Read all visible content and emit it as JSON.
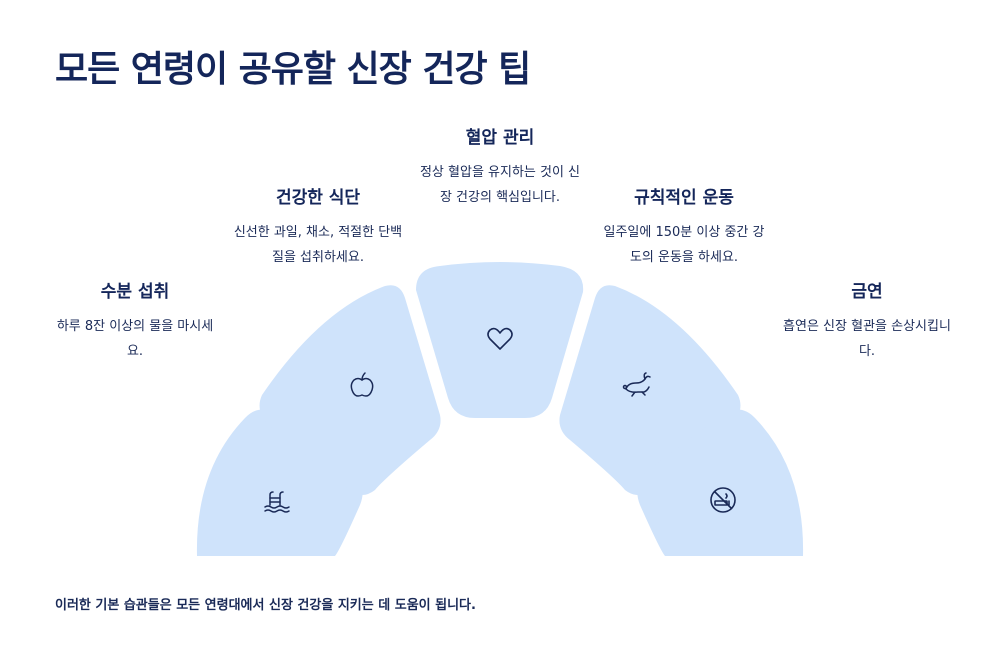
{
  "title": "모든 연령이 공유할 신장 건강 팁",
  "items": [
    {
      "title": "수분 섭취",
      "desc": "하루 8잔 이상의 물을 마시세요.",
      "icon": "pool-ladder-icon"
    },
    {
      "title": "건강한 식단",
      "desc": "신선한 과일, 채소, 적절한 단백질을 섭취하세요.",
      "icon": "apple-icon"
    },
    {
      "title": "혈압 관리",
      "desc": "정상 혈압을 유지하는 것이 신장 건강의 핵심입니다.",
      "icon": "heart-icon"
    },
    {
      "title": "규칙적인 운동",
      "desc": "일주일에 150분 이상 중간 강도의 운동을 하세요.",
      "icon": "rabbit-icon"
    },
    {
      "title": "금연",
      "desc": "흡연은 신장 혈관을 손상시킵니다.",
      "icon": "no-smoking-icon"
    }
  ],
  "footer": "이러한 기본 습관들은 모든 연령대에서 신장 건강을 지키는 데 도움이 됩니다.",
  "colors": {
    "segment": "#cfe3fb",
    "icon": "#1a2a57",
    "heading": "#14265a"
  }
}
